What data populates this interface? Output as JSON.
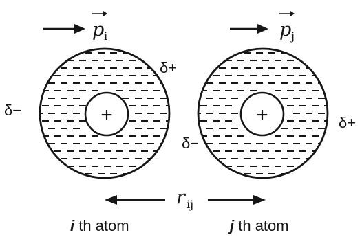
{
  "atoms": [
    {
      "dipole_symbol": "p",
      "dipole_subscript": "i",
      "charge_left": "δ−",
      "charge_right": "δ+",
      "nucleus_sign": "+",
      "caption_italic": "i",
      "caption_rest": " th atom"
    },
    {
      "dipole_symbol": "p",
      "dipole_subscript": "j",
      "charge_left": "δ−",
      "charge_right": "δ+",
      "nucleus_sign": "+",
      "caption_italic": "j",
      "caption_rest": " th atom"
    }
  ],
  "separation": {
    "symbol": "r",
    "subscript": "ij"
  },
  "colors": {
    "ink": "#161616",
    "background": "#ffffff"
  }
}
